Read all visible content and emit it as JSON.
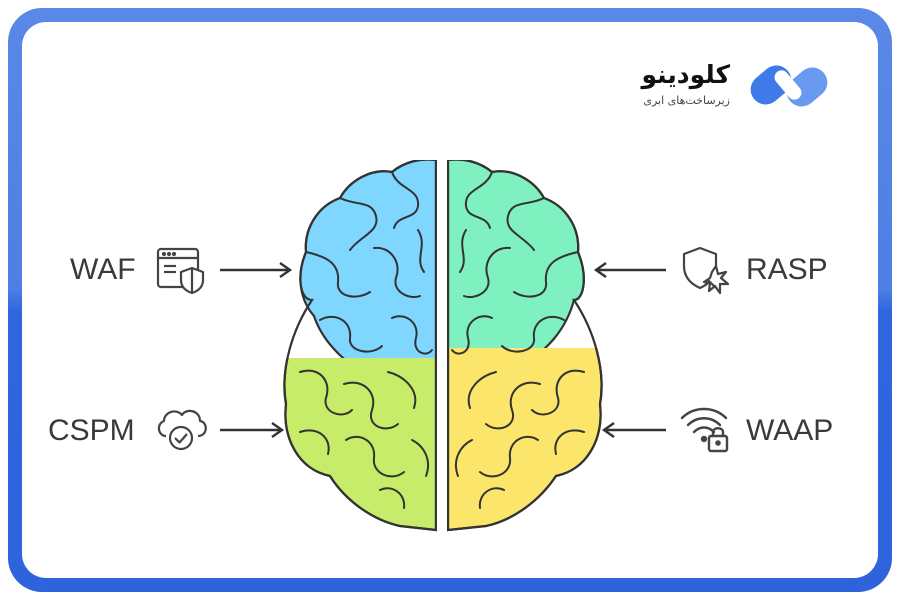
{
  "brand": {
    "name": "کلودینو",
    "tagline": "زیرساخت‌های ابری",
    "logo_colors": [
      "#3f7be8",
      "#6a9af0"
    ]
  },
  "frame": {
    "border_color": "#4f7fe4"
  },
  "brain": {
    "left_top_color": "#7fd6ff",
    "left_bottom_color": "#c6ec6a",
    "right_top_color": "#7ff0c0",
    "right_bottom_color": "#fbe56b"
  },
  "items": [
    {
      "label": "WAF",
      "icon": "browser-shield-icon"
    },
    {
      "label": "CSPM",
      "icon": "cloud-check-icon"
    },
    {
      "label": "RASP",
      "icon": "shield-burst-icon"
    },
    {
      "label": "WAAP",
      "icon": "wifi-lock-icon"
    }
  ]
}
